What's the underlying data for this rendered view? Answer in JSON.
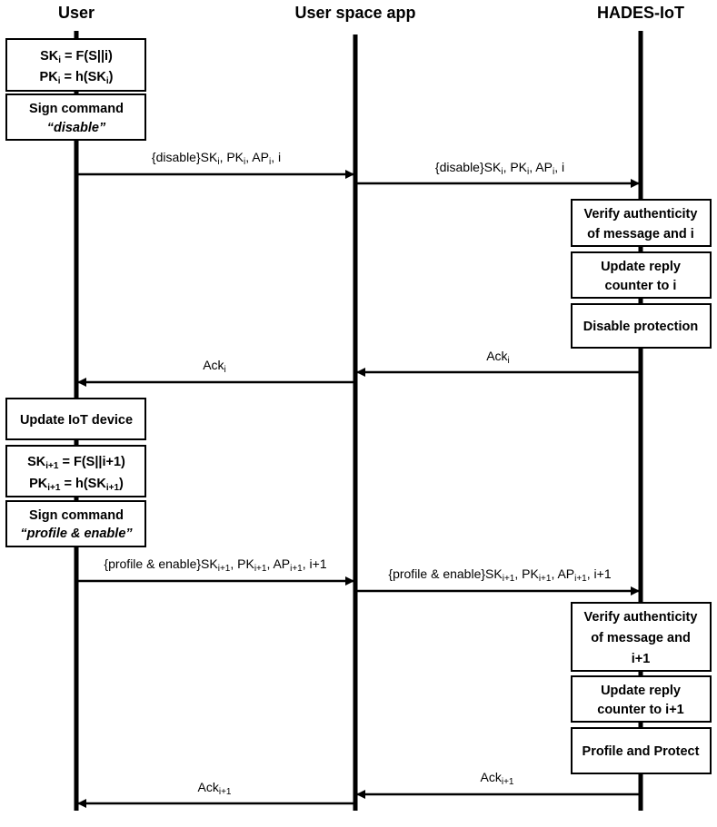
{
  "participants": {
    "user": "User",
    "app": "User space app",
    "hades": "HADES-IoT"
  },
  "user_boxes": {
    "keys_i": {
      "sk_label": "SK",
      "sk_sub": "i",
      "sk_eq": " = F(S||i)",
      "pk_label": "PK",
      "pk_sub": "i",
      "pk_eq": " = h(SK",
      "pk_arg_sub": "i",
      "pk_close": ")"
    },
    "sign_disable": {
      "line1": "Sign command",
      "line2": "“disable”"
    },
    "update_device": {
      "line1": "Update IoT device"
    },
    "keys_i1": {
      "sk_label": "SK",
      "sk_sub": "i+1",
      "sk_eq": " = F(S||i+1)",
      "pk_label": "PK",
      "pk_sub": "i+1",
      "pk_eq": " = h(SK",
      "pk_arg_sub": "i+1",
      "pk_close": ")"
    },
    "sign_profile": {
      "line1": "Sign command",
      "line2": "“profile & enable”"
    }
  },
  "hades_boxes": {
    "verify_i": {
      "line1": "Verify authenticity",
      "line2": "of message and i"
    },
    "update_counter_i": {
      "line1": "Update reply",
      "line2": "counter to i"
    },
    "disable_protection": {
      "line1": "Disable protection"
    },
    "verify_i1": {
      "line1": "Verify authenticity",
      "line2": "of message and",
      "line3": "i+1"
    },
    "update_counter_i1": {
      "line1": "Update reply",
      "line2": "counter to i+1"
    },
    "profile_protect": {
      "line1": "Profile and Protect"
    }
  },
  "messages": {
    "m1": {
      "cmd": "{disable}SK",
      "sk_sub": "i",
      "pk": ", PK",
      "pk_sub": "i",
      "ap": ", AP",
      "ap_sub": "i",
      "idx": ", i"
    },
    "m2": {
      "cmd": "{disable}SK",
      "sk_sub": "i",
      "pk": ", PK",
      "pk_sub": "i",
      "ap": ", AP",
      "ap_sub": "i",
      "idx": ", i"
    },
    "ack1_hades": {
      "label": "Ack",
      "sub": "i"
    },
    "ack1_app": {
      "label": "Ack",
      "sub": "i"
    },
    "m3": {
      "cmd": "{profile & enable}SK",
      "sk_sub": "i+1",
      "pk": ", PK",
      "pk_sub": "i+1",
      "ap": ", AP",
      "ap_sub": "i+1",
      "idx": ", i+1"
    },
    "m4": {
      "cmd": "{profile & enable}SK",
      "sk_sub": "i+1",
      "pk": ", PK",
      "pk_sub": "i+1",
      "ap": ", AP",
      "ap_sub": "i+1",
      "idx": ", i+1"
    },
    "ack2_hades": {
      "label": "Ack",
      "sub": "i+1"
    },
    "ack2_app": {
      "label": "Ack",
      "sub": "i+1"
    }
  }
}
